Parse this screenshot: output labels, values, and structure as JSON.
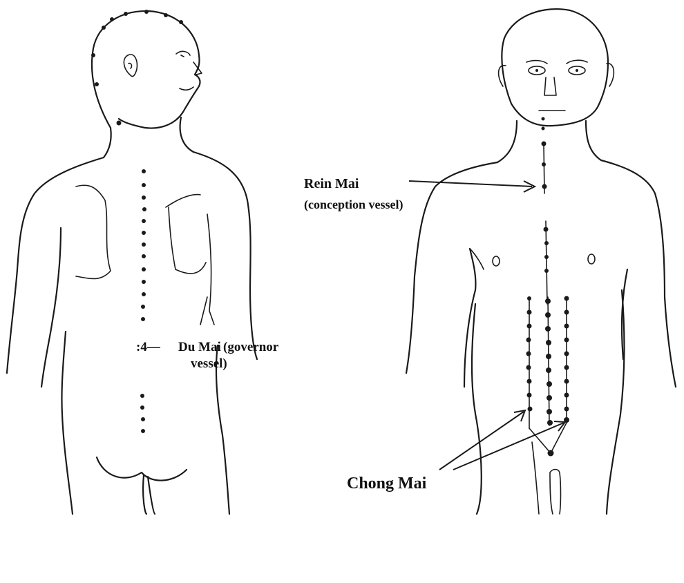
{
  "labels": {
    "rein_mai": "Rein Mai",
    "rein_mai_sub": "(conception vessel)",
    "du_mai_prefix": ":4—",
    "du_mai": "Du Mai",
    "du_mai_paren": "(governor",
    "du_mai_sub": "vessel)",
    "chong_mai": "Chong Mai"
  },
  "colors": {
    "ink": "#1a1a1a",
    "paper": "#ffffff"
  }
}
